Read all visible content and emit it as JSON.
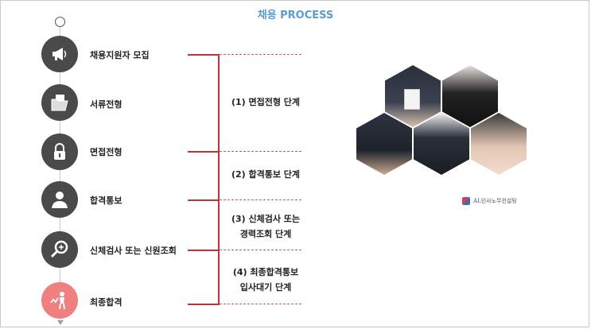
{
  "title": "채용 PROCESS",
  "steps": [
    {
      "label": "채용지원자 모집",
      "icon": "megaphone-icon"
    },
    {
      "label": "서류전형",
      "icon": "folder-documents-icon"
    },
    {
      "label": "면접전형",
      "icon": "lock-icon"
    },
    {
      "label": "합격통보",
      "icon": "person-icon"
    },
    {
      "label": "신체검사 또는 신원조회",
      "icon": "magnifier-icon"
    },
    {
      "label": "최종합격",
      "icon": "celebrating-person-icon"
    }
  ],
  "stages": [
    {
      "line1": "(1) 면접전형 단계",
      "line2": ""
    },
    {
      "line1": "(2) 합격통보 단계",
      "line2": ""
    },
    {
      "line1": "(3) 신체검사 또는",
      "line2": "경력조회 단계"
    },
    {
      "line1": "(4) 최종합격통보",
      "line2": "입사대기 단계"
    }
  ],
  "brand": {
    "text": "AL인사노무컨설팅"
  },
  "colors": {
    "accent": "#5b9bd5",
    "bracket": "#b03a3a",
    "icon": "#4a4a4a",
    "final": "#f08080"
  }
}
